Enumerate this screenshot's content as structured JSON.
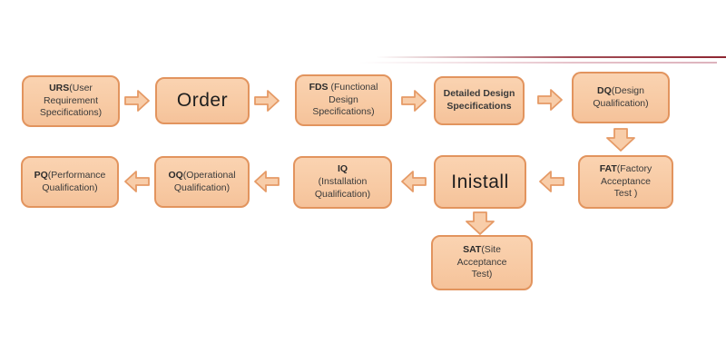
{
  "diagram": {
    "description": "Equipment qualification / validation process flowchart",
    "nodes": {
      "urs": {
        "abbr": "URS",
        "rest": "(User\nRequirement\nSpecifications)"
      },
      "order": {
        "abbr": "",
        "rest": "Order"
      },
      "fds": {
        "abbr": "FDS",
        "rest": " (Functional\nDesign\nSpecifications)"
      },
      "dds": {
        "abbr": "",
        "rest": "Detailed Design\nSpecifications"
      },
      "dq": {
        "abbr": "DQ",
        "rest": "(Design\nQualification)"
      },
      "fat": {
        "abbr": "FAT",
        "rest": "(Factory\nAcceptance\nTest )"
      },
      "install": {
        "abbr": "",
        "rest": "Inistall"
      },
      "iq": {
        "abbr": "IQ",
        "rest": "\n(Installation\nQualification)"
      },
      "oq": {
        "abbr": "OQ",
        "rest": "(Operational\nQualification)"
      },
      "pq": {
        "abbr": "PQ",
        "rest": "(Performance\nQualification)"
      },
      "sat": {
        "abbr": "SAT",
        "rest": "(Site\nAcceptance\nTest)"
      }
    },
    "connectors": [
      {
        "from": "URS",
        "to": "Order",
        "direction": "right"
      },
      {
        "from": "Order",
        "to": "FDS",
        "direction": "right"
      },
      {
        "from": "FDS",
        "to": "Detailed Design Specifications",
        "direction": "right"
      },
      {
        "from": "Detailed Design Specifications",
        "to": "DQ",
        "direction": "right"
      },
      {
        "from": "DQ",
        "to": "FAT",
        "direction": "down"
      },
      {
        "from": "FAT",
        "to": "Inistall",
        "direction": "left"
      },
      {
        "from": "Inistall",
        "to": "IQ",
        "direction": "left"
      },
      {
        "from": "IQ",
        "to": "OQ",
        "direction": "left"
      },
      {
        "from": "OQ",
        "to": "PQ",
        "direction": "left"
      },
      {
        "from": "Inistall",
        "to": "SAT",
        "direction": "down"
      }
    ],
    "colors": {
      "node_fill": "#f8c9a4",
      "node_border": "#e2945e",
      "text": "#3a3a3a",
      "accent_line": "#8e2631",
      "accent_line_secondary": "#ddb3bd"
    }
  }
}
